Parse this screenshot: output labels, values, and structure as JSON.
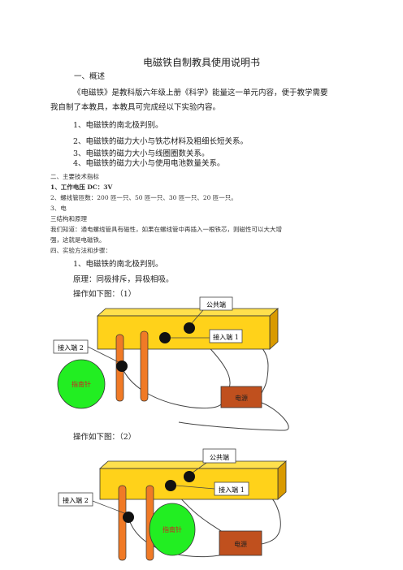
{
  "document": {
    "title": "电磁铁自制教具使用说明书",
    "section1_heading": "一、概述",
    "intro_line1": "《电磁铁》是教科版六年级上册《科学》能量这一单元内容，便于教学需要",
    "intro_line2": "我自制了本教具，本教具可完成经以下实验内容。",
    "experiments": [
      "1、电磁铁的南北极判别。",
      "2、电磁铁的磁力大小与铁芯材料及粗细长短关系。",
      "3、电磁铁的磁力大小与线圈圈数关系。",
      "4、电磁铁的磁力大小与使用电池数量关系。"
    ],
    "section2_heading": "二、主要技术指标",
    "spec1": "1、工作电压 DC：3V",
    "spec2": "2、螺线管匝数：200 匝一只、50 匝一只、30 匝一只、20 匝一只。",
    "spec3": "3、电",
    "section3_heading": "三结构和原理",
    "principle_line1": "我们知道：通电螺线管具有磁性，如果在螺线管中再插入一根铁芯，则磁性可以大大增",
    "principle_line2": "强，这就是电磁铁。",
    "section4_heading": "四、实验方法和步骤：",
    "step1": "1、电磁铁的南北极判别。",
    "principle_text": "原理：同极排斥，异极相吸。",
    "op1_label": "操作如下图：（1）",
    "op2_label": "操作如下图：（2）"
  },
  "diagram_labels": {
    "common": "公共端",
    "terminal1": "接入端 1",
    "terminal2": "接入端 2",
    "compass": "指南针",
    "power": "电源"
  },
  "colors": {
    "board": "#ffd21a",
    "board_side": "#e0a800",
    "rod": "#f07a26",
    "compass": "#22ee22",
    "power": "#c0501e"
  }
}
